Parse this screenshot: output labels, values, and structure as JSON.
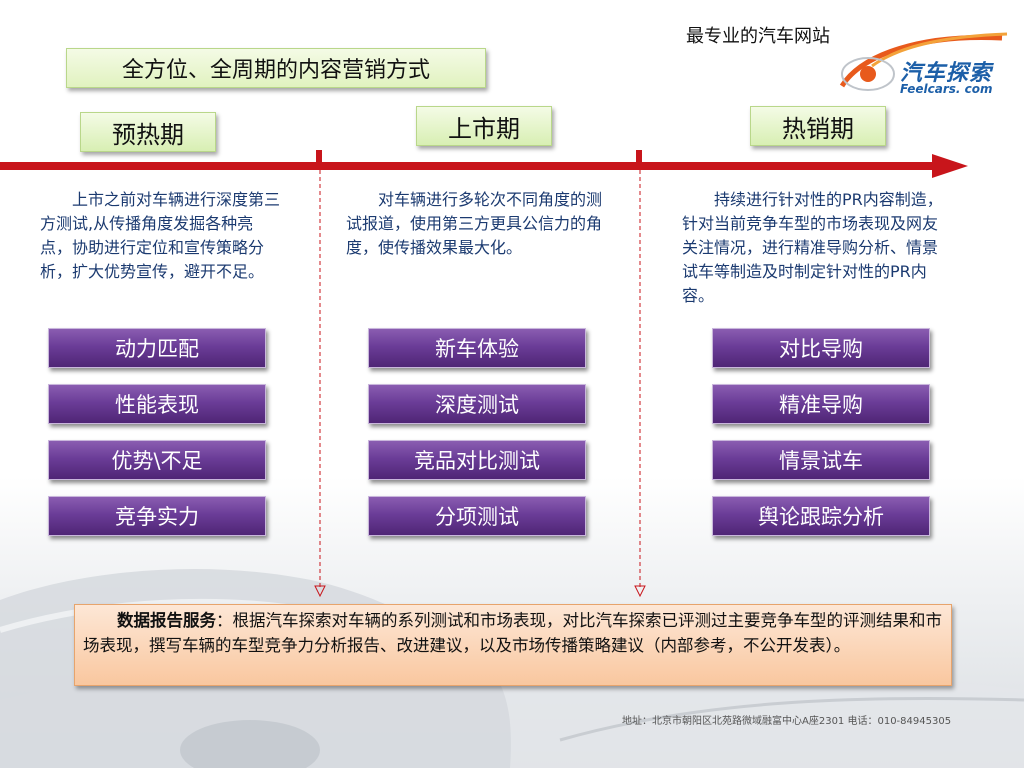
{
  "header": {
    "tagline": "最专业的汽车网站",
    "logo_text": "汽车探索",
    "logo_url": "Feelcars. com"
  },
  "title": "全方位、全周期的内容营销方式",
  "phases": [
    {
      "label": "预热期",
      "description": "上市之前对车辆进行深度第三方测试,从传播角度发掘各种亮点，协助进行定位和宣传策略分析，扩大优势宣传，避开不足。",
      "features": [
        "动力匹配",
        "性能表现",
        "优势\\不足",
        "竞争实力"
      ]
    },
    {
      "label": "上市期",
      "description": "对车辆进行多轮次不同角度的测试报道，使用第三方更具公信力的角度，使传播效果最大化。",
      "features": [
        "新车体验",
        "深度测试",
        "竞品对比测试",
        "分项测试"
      ]
    },
    {
      "label": "热销期",
      "description": "持续进行针对性的PR内容制造，针对当前竞争车型的市场表现及网友关注情况，进行精准导购分析、情景试车等制造及时制定针对性的PR内容。",
      "features": [
        "对比导购",
        "精准导购",
        "情景试车",
        "舆论跟踪分析"
      ]
    }
  ],
  "report": {
    "lead": "数据报告服务",
    "text": "：根据汽车探索对车辆的系列测试和市场表现，对比汽车探索已评测过主要竞争车型的评测结果和市场表现，撰写车辆的车型竞争力分析报告、改进建议，以及市场传播策略建议（内部参考，不公开发表）。"
  },
  "footer": "地址：北京市朝阳区北苑路微域融富中心A座2301  电话：010-84945305",
  "colors": {
    "timeline": "#c8151b",
    "feature_button": "#6b3d98",
    "phase_box": "#e1f2c0",
    "report_box": "#f9c79f",
    "description_text": "#1b3a70"
  }
}
